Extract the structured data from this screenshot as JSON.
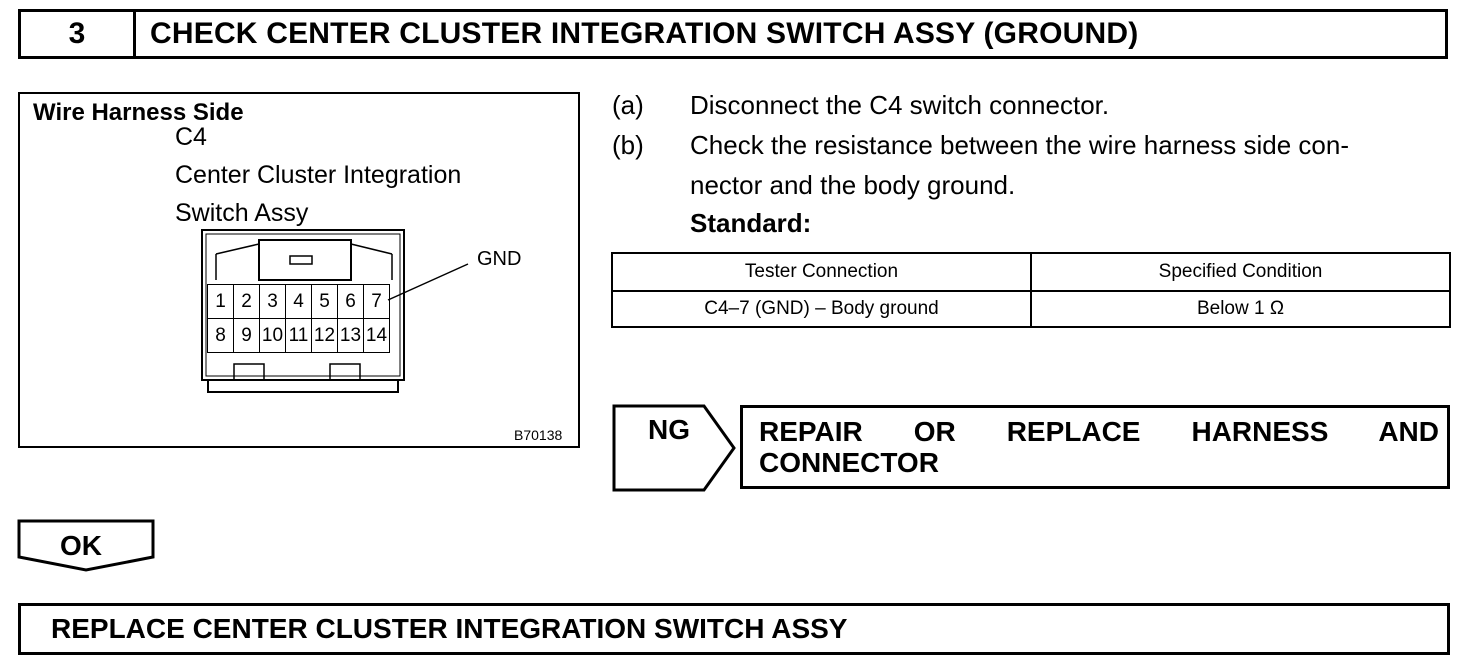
{
  "step": {
    "number": "3",
    "title": "CHECK CENTER CLUSTER INTEGRATION SWITCH ASSY (GROUND)"
  },
  "figure": {
    "heading": "Wire Harness Side",
    "connector_id": "C4",
    "component_line1": "Center Cluster Integration",
    "component_line2": "Switch Assy",
    "pin_label": "GND",
    "pins_row1": [
      "1",
      "2",
      "3",
      "4",
      "5",
      "6",
      "7"
    ],
    "pins_row2": [
      "8",
      "9",
      "10",
      "11",
      "12",
      "13",
      "14"
    ],
    "figure_code": "B70138"
  },
  "instructions": [
    {
      "label": "(a)",
      "lines": [
        "Disconnect the C4 switch connector."
      ]
    },
    {
      "label": "(b)",
      "lines": [
        "Check the resistance between the wire harness side con-",
        "nector and the body ground."
      ]
    }
  ],
  "standard_label": "Standard:",
  "spec_table": {
    "headers": [
      "Tester Connection",
      "Specified Condition"
    ],
    "rows": [
      [
        "C4–7 (GND) – Body ground",
        "Below 1 Ω"
      ]
    ]
  },
  "ng": {
    "label": "NG",
    "action": "REPAIR OR REPLACE HARNESS AND CONNECTOR"
  },
  "ok": {
    "label": "OK"
  },
  "final_action": "REPLACE CENTER CLUSTER INTEGRATION SWITCH ASSY"
}
